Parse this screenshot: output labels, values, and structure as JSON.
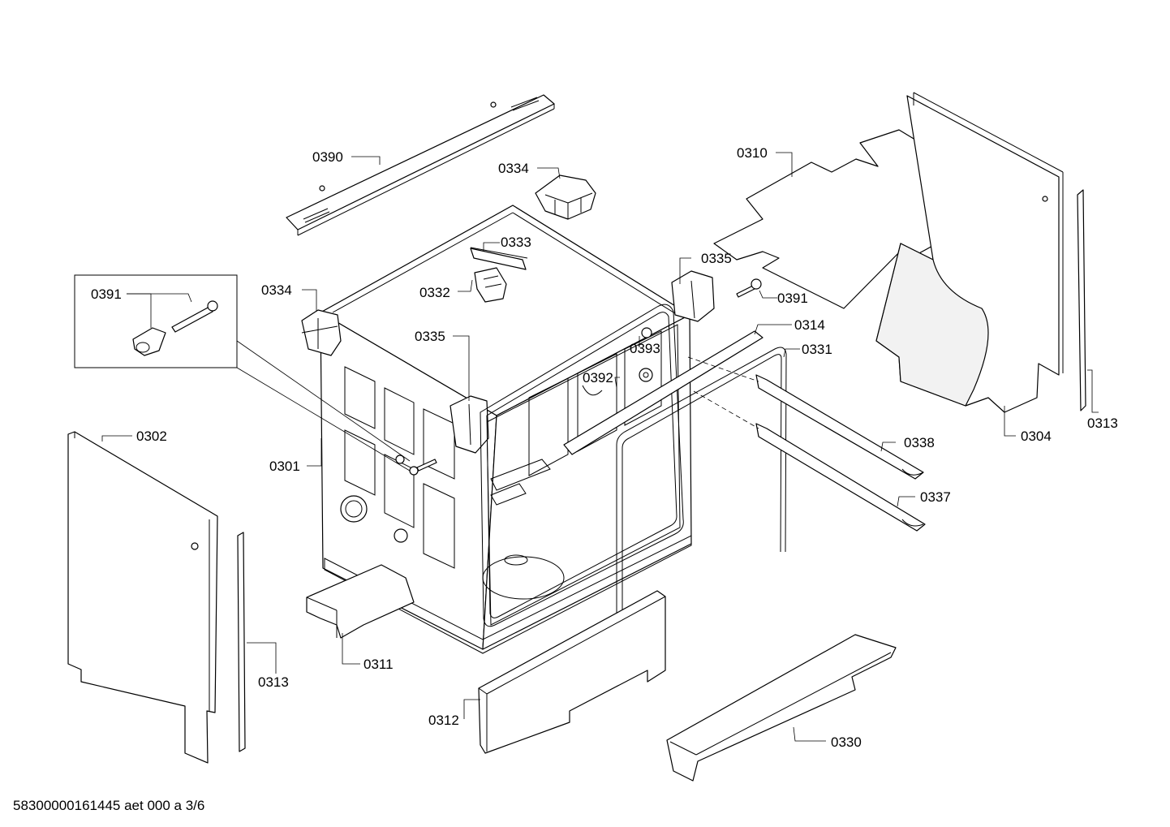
{
  "labels": {
    "p0390": "0390",
    "p0334a": "0334",
    "p0334b": "0334",
    "p0333": "0333",
    "p0332": "0332",
    "p0335a": "0335",
    "p0335b": "0335",
    "p0391a": "0391",
    "p0391b": "0391",
    "p0310": "0310",
    "p0314": "0314",
    "p0393": "0393",
    "p0331": "0331",
    "p0392": "0392",
    "p0302": "0302",
    "p0301": "0301",
    "p0304": "0304",
    "p0313a": "0313",
    "p0313b": "0313",
    "p0338": "0338",
    "p0337": "0337",
    "p0311": "0311",
    "p0312": "0312",
    "p0330": "0330"
  },
  "footer": "58300000161445 aet 000 a 3/6"
}
